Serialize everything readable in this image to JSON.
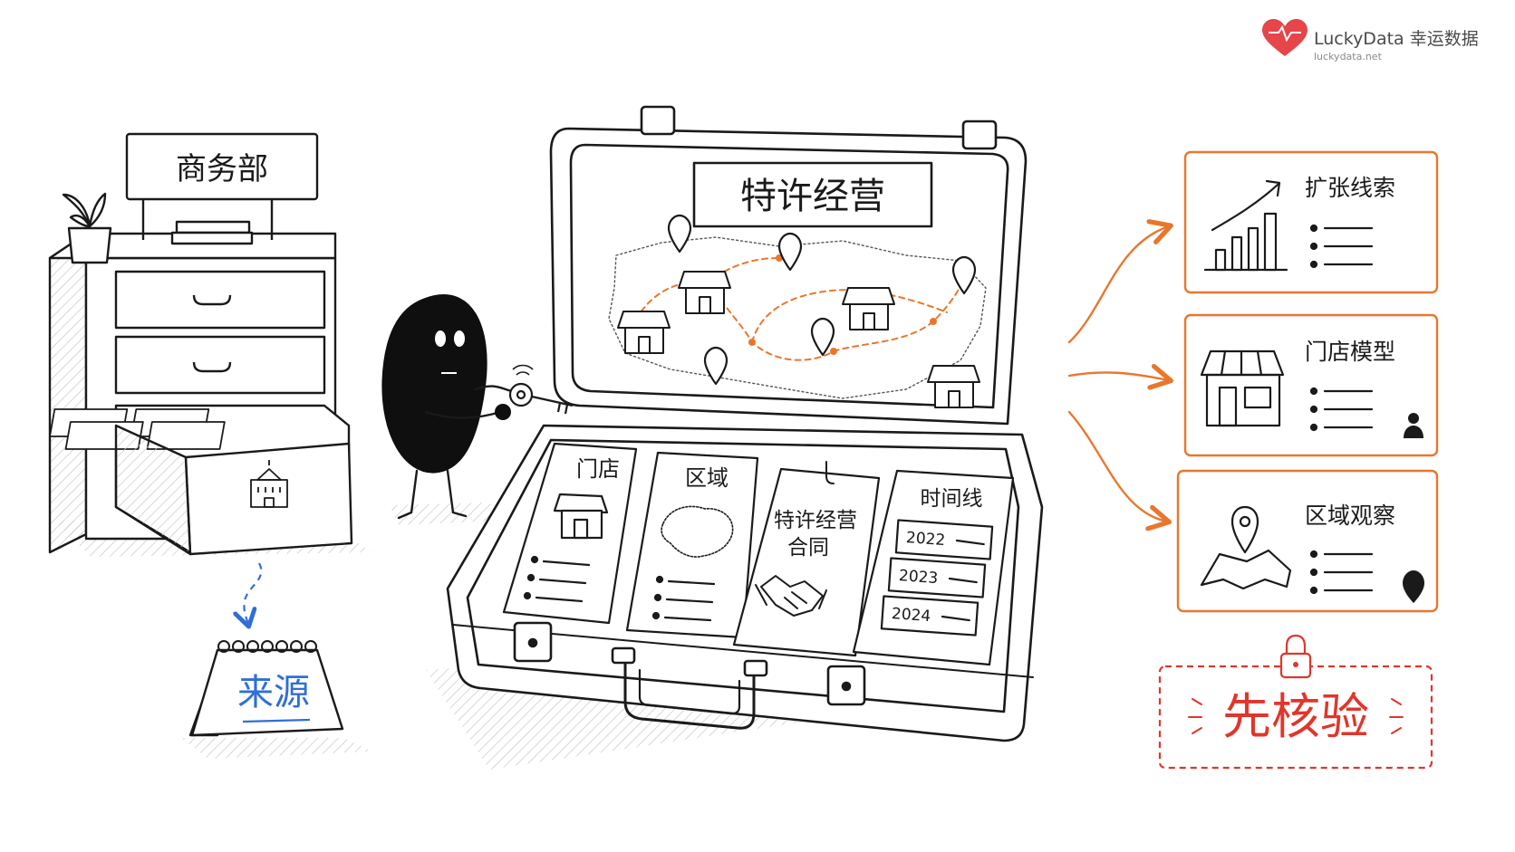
{
  "brand": {
    "name": "LuckyData 幸运数据",
    "url": "luckydata.net"
  },
  "cabinet": {
    "sign": "商务部"
  },
  "calendar": {
    "label": "来源"
  },
  "suitcase": {
    "lid_title": "特许经营",
    "cards": [
      {
        "title": "门店"
      },
      {
        "title": "区域"
      },
      {
        "title_line1": "特许经营",
        "title_line2": "合同"
      },
      {
        "title": "时间线",
        "years": [
          "2022",
          "2023",
          "2024"
        ]
      }
    ]
  },
  "outputs": [
    {
      "title": "扩张线索"
    },
    {
      "title": "门店模型"
    },
    {
      "title": "区域观察"
    }
  ],
  "verify": {
    "label": "先核验"
  },
  "colors": {
    "ink": "#1a1a1a",
    "accent_orange": "#e8772e",
    "accent_blue": "#2f6fd6",
    "verify_red": "#e0362b",
    "brand_red": "#e6454a",
    "shadow_hatch": "#c9c9c9"
  }
}
